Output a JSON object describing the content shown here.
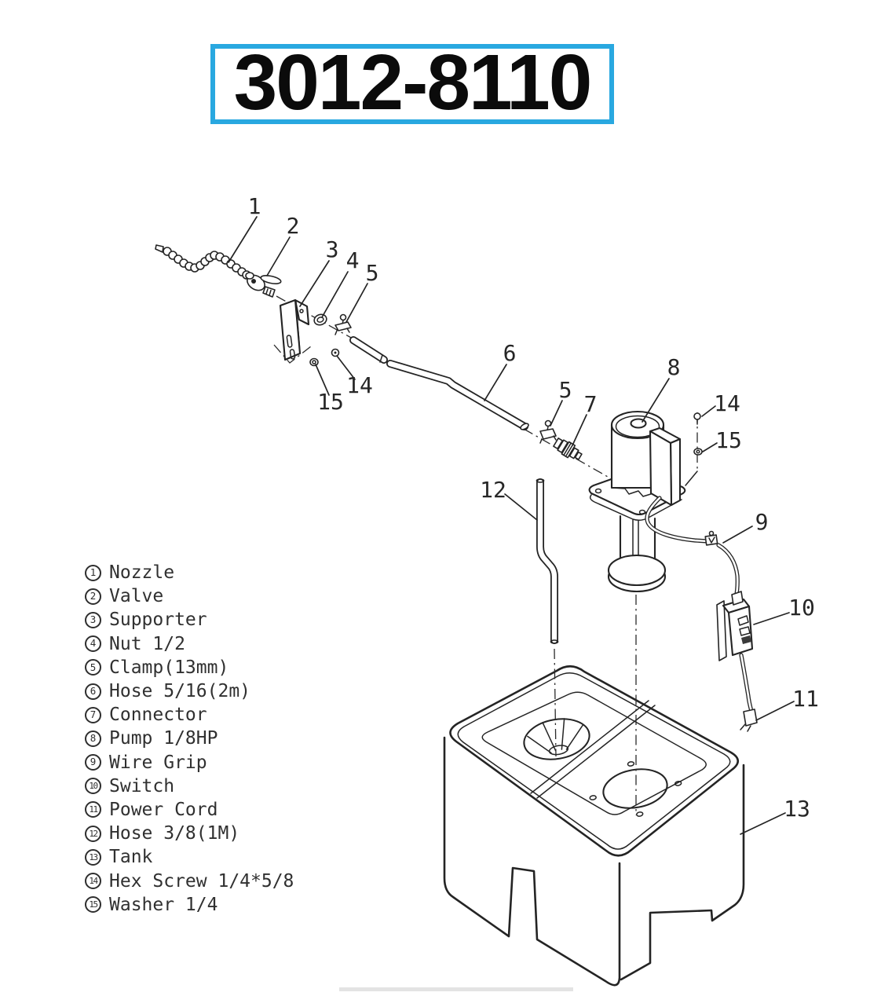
{
  "title": {
    "part_number": "3012-8110"
  },
  "colors": {
    "accent_border": "#29a8e0",
    "ink": "#242424",
    "background": "#ffffff"
  },
  "parts_list": {
    "items": [
      {
        "num": "1",
        "label": "Nozzle"
      },
      {
        "num": "2",
        "label": "Valve"
      },
      {
        "num": "3",
        "label": "Supporter"
      },
      {
        "num": "4",
        "label": "Nut 1/2"
      },
      {
        "num": "5",
        "label": "Clamp(13mm)"
      },
      {
        "num": "6",
        "label": "Hose 5/16(2m)"
      },
      {
        "num": "7",
        "label": "Connector"
      },
      {
        "num": "8",
        "label": "Pump 1/8HP"
      },
      {
        "num": "9",
        "label": "Wire Grip"
      },
      {
        "num": "10",
        "label": "Switch"
      },
      {
        "num": "11",
        "label": "Power Cord"
      },
      {
        "num": "12",
        "label": "Hose 3/8(1M)"
      },
      {
        "num": "13",
        "label": "Tank"
      },
      {
        "num": "14",
        "label": "Hex Screw 1/4*5/8"
      },
      {
        "num": "15",
        "label": "Washer 1/4"
      }
    ]
  },
  "diagram": {
    "callouts": [
      {
        "label": "1"
      },
      {
        "label": "2"
      },
      {
        "label": "3"
      },
      {
        "label": "4"
      },
      {
        "label": "5"
      },
      {
        "label": "15"
      },
      {
        "label": "14"
      },
      {
        "label": "6"
      },
      {
        "label": "5"
      },
      {
        "label": "7"
      },
      {
        "label": "8"
      },
      {
        "label": "14"
      },
      {
        "label": "15"
      },
      {
        "label": "9"
      },
      {
        "label": "10"
      },
      {
        "label": "11"
      },
      {
        "label": "12"
      },
      {
        "label": "13"
      }
    ]
  }
}
